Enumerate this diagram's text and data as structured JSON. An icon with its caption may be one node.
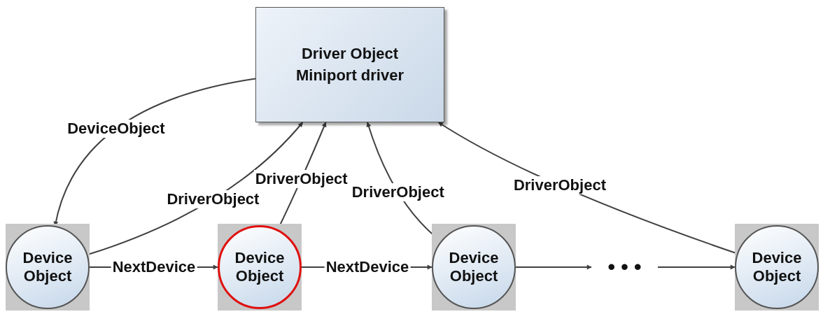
{
  "diagram": {
    "nodes": [
      {
        "text": [
          "Driver Object",
          "Miniport driver"
        ]
      },
      {
        "text": [
          "Device Object"
        ]
      },
      {
        "text": [
          "Device Object"
        ]
      },
      {
        "text": [
          "Device Object"
        ]
      },
      {
        "text": [
          "• • •"
        ]
      },
      {
        "text": [
          "Device Object"
        ]
      }
    ],
    "edges": [
      {
        "from": 0,
        "to": 1,
        "arrow": "to",
        "label": "DeviceObject"
      },
      {
        "from": 1,
        "to": 0,
        "arrow": "to",
        "label": "DriverObject"
      },
      {
        "from": 2,
        "to": 0,
        "arrow": "to",
        "label": "DriverObject"
      },
      {
        "from": 3,
        "to": 0,
        "arrow": "to",
        "label": "DriverObject"
      },
      {
        "from": 5,
        "to": 0,
        "arrow": "to",
        "label": "DriverObject"
      },
      {
        "from": 1,
        "to": 2,
        "arrow": "to",
        "label": "NextDevice"
      },
      {
        "from": 2,
        "to": 3,
        "arrow": "to",
        "label": "NextDevice"
      },
      {
        "from": 3,
        "to": 4,
        "arrow": "to"
      },
      {
        "from": 4,
        "to": 5,
        "arrow": "to"
      }
    ]
  }
}
